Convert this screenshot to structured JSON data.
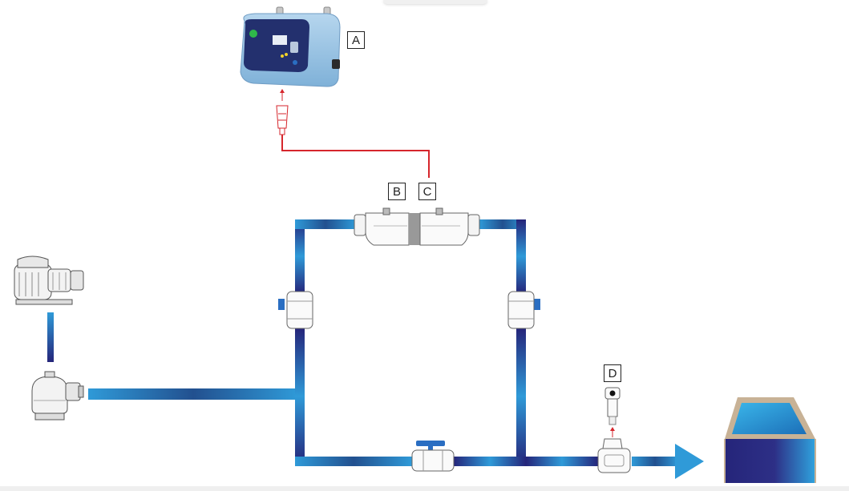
{
  "labels": {
    "a": "A",
    "b": "B",
    "c": "C",
    "d": "D"
  },
  "colors": {
    "pipe_dark": "#25257a",
    "pipe_light": "#2f9ad8",
    "cable_red": "#d6262c",
    "controller_body": "#9cc6e4",
    "pool_rim": "#c8b296",
    "pool_water": "#2fa3de"
  },
  "icons": [
    "pump-icon",
    "sand-filter-icon",
    "control-box-icon",
    "salt-cell-icon",
    "ball-valve-icon",
    "injection-valve-icon",
    "ph-probe-icon",
    "pool-icon",
    "flow-arrow-icon"
  ]
}
